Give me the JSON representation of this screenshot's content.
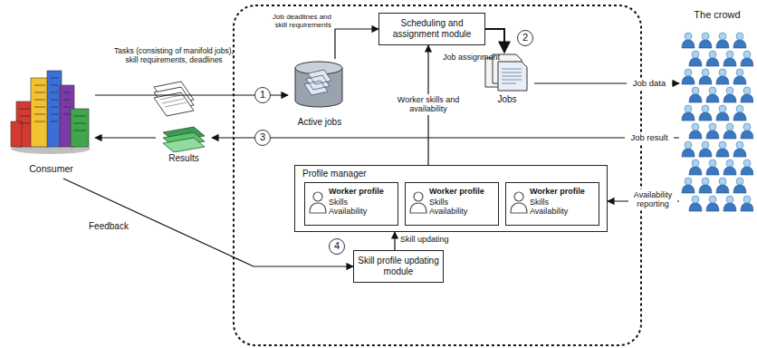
{
  "diagram": {
    "nodes": [
      {
        "text": [
          "Consumer"
        ]
      },
      {
        "text": [
          "Active jobs"
        ]
      },
      {
        "text": [
          "Scheduling and assignment module"
        ]
      },
      {
        "text": [
          "Jobs"
        ]
      },
      {
        "text": [
          "The crowd"
        ]
      },
      {
        "text": [
          "Results"
        ]
      },
      {
        "text": [
          "Profile manager"
        ]
      },
      {
        "text": [
          "Worker profile",
          "Skills Availability"
        ],
        "in": 6
      },
      {
        "text": [
          "Worker profile",
          "Skills Availability"
        ],
        "in": 6
      },
      {
        "text": [
          "Worker profile",
          "Skills Availability"
        ],
        "in": 6
      },
      {
        "text": [
          "Skill profile updating module"
        ]
      }
    ],
    "edges": [
      {
        "from": 0,
        "to": 1,
        "arrow": "to",
        "label": "Tasks (consisting of manifold jobs), skill requirements, deadlines"
      },
      {
        "from": 1,
        "to": 2,
        "arrow": "to",
        "label": "Job deadlines and skill requirements"
      },
      {
        "from": 2,
        "to": 3,
        "arrow": "to",
        "label": "Job assignment"
      },
      {
        "from": 3,
        "to": 4,
        "arrow": "to",
        "label": "Job data"
      },
      {
        "from": 4,
        "to": 5,
        "arrow": "to",
        "label": "Job result"
      },
      {
        "from": 5,
        "to": 0,
        "arrow": "to"
      },
      {
        "from": 6,
        "to": 2,
        "arrow": "to",
        "label": "Worker skills and availability"
      },
      {
        "from": 4,
        "to": 6,
        "arrow": "to",
        "label": "Availability reporting"
      },
      {
        "from": 0,
        "to": 10,
        "arrow": "to",
        "label": "Feedback"
      },
      {
        "from": 10,
        "to": 6,
        "arrow": "to",
        "label": "Skill updating"
      }
    ],
    "labels": [
      "1",
      "2",
      "3",
      "4"
    ]
  }
}
